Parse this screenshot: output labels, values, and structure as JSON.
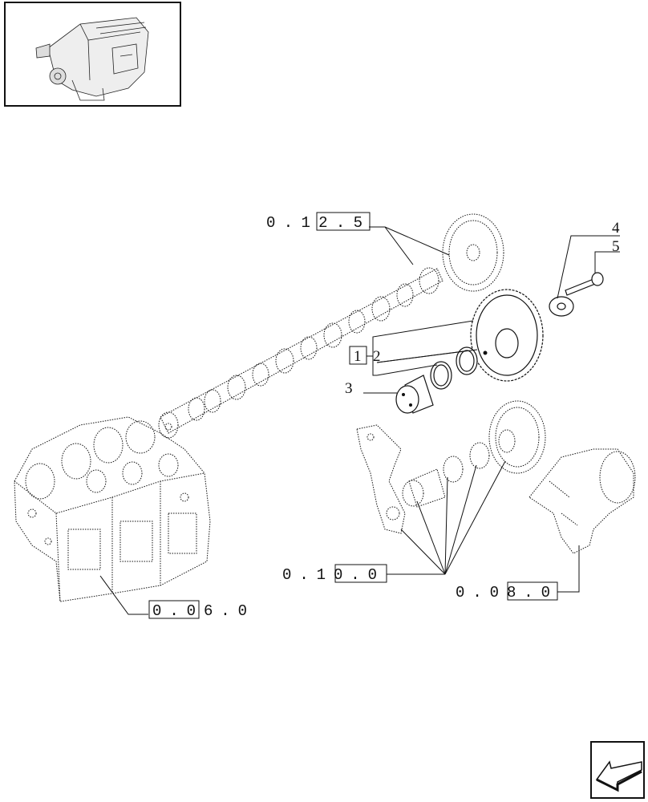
{
  "thumbnail": {
    "icon": "engine-thumbnail-icon"
  },
  "references": {
    "ref_0125": "0.12.5",
    "ref_0100": "0.10.0",
    "ref_0080": "0.08.0",
    "ref_0060": "0.06.0"
  },
  "callouts": {
    "c1": "1",
    "c2": "2",
    "c3": "3",
    "c4": "4",
    "c5": "5"
  },
  "navigation": {
    "icon": "next-page-arrow-icon"
  }
}
